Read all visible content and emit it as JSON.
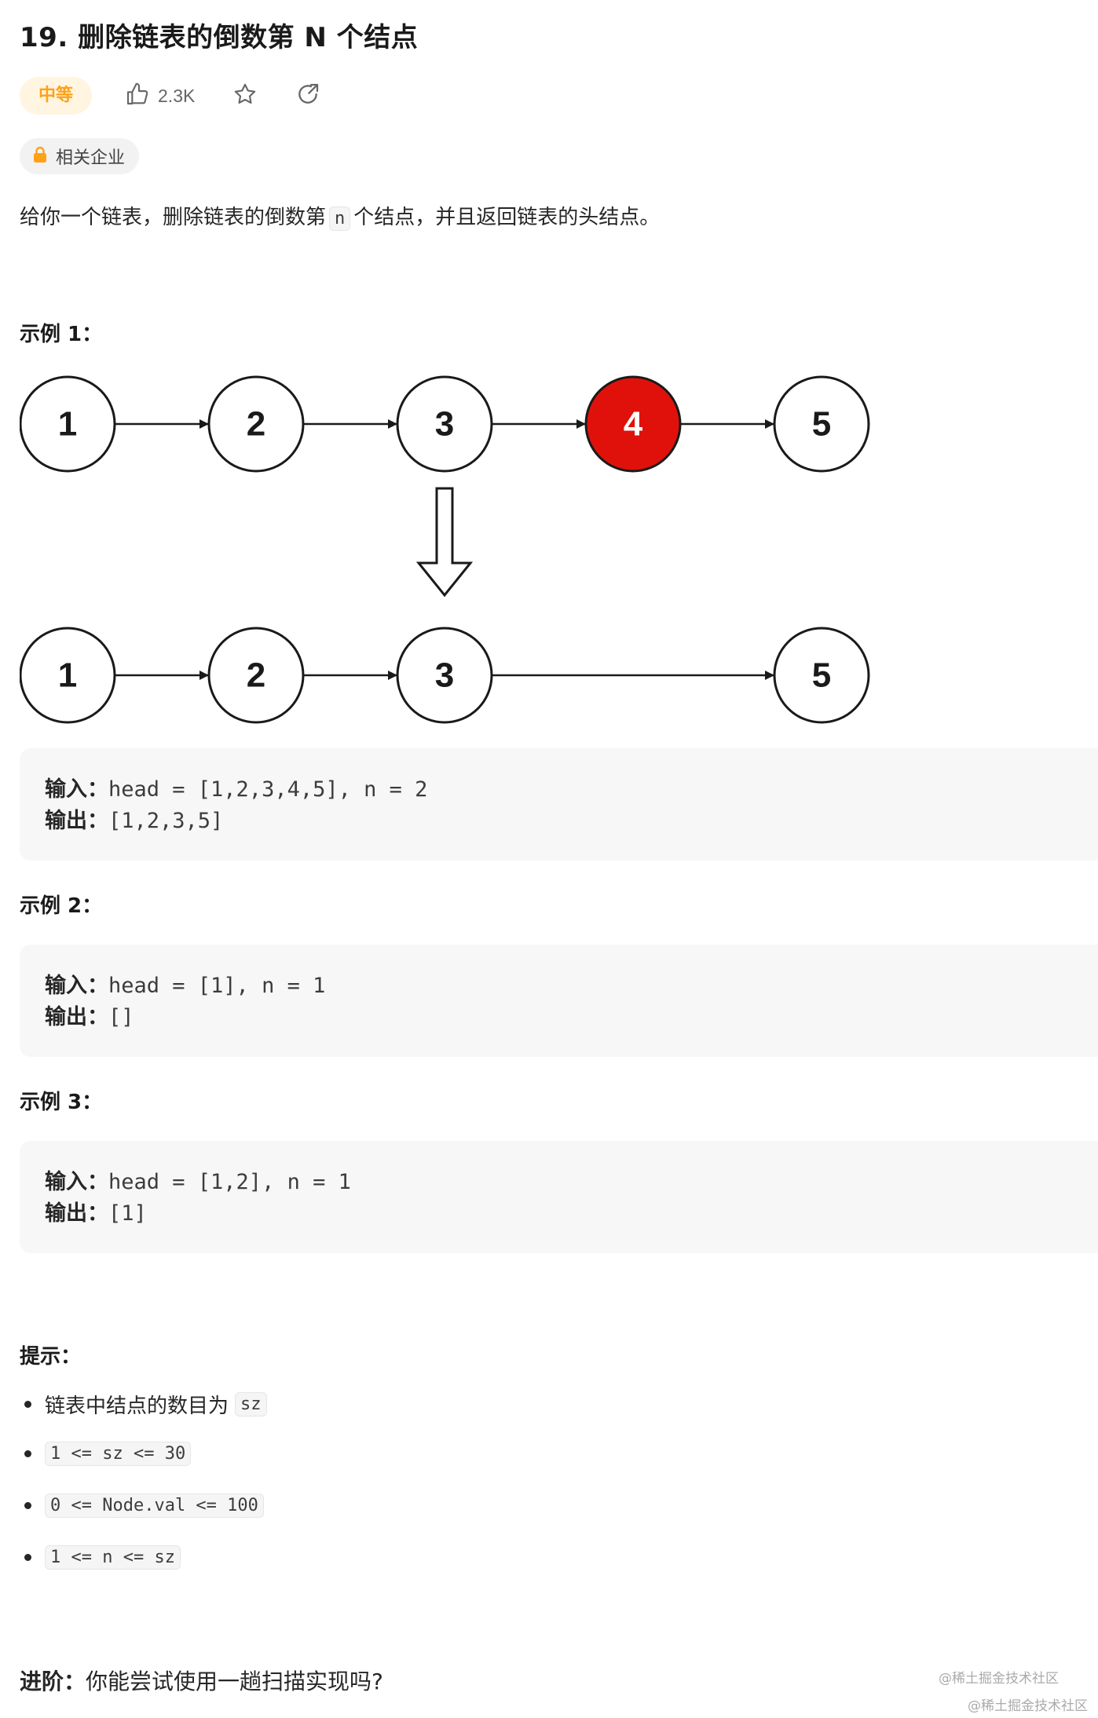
{
  "problem": {
    "title": "19. 删除链表的倒数第 N 个结点",
    "difficulty": "中等",
    "likes": "2.3K",
    "company_tag": "相关企业",
    "description_before": "给你一个链表，删除链表的倒数第",
    "description_code": "n",
    "description_after": "个结点，并且返回链表的头结点。"
  },
  "diagram": {
    "top_row": [
      "1",
      "2",
      "3",
      "4",
      "5"
    ],
    "bottom_row": [
      "1",
      "2",
      "3",
      "5"
    ],
    "highlight_color": "#e0110b"
  },
  "examples": [
    {
      "heading": "示例 1：",
      "input_label": "输入：",
      "input_value": "head = [1,2,3,4,5], n = 2",
      "output_label": "输出：",
      "output_value": "[1,2,3,5]"
    },
    {
      "heading": "示例 2：",
      "input_label": "输入：",
      "input_value": "head = [1], n = 1",
      "output_label": "输出：",
      "output_value": "[]"
    },
    {
      "heading": "示例 3：",
      "input_label": "输入：",
      "input_value": "head = [1,2], n = 1",
      "output_label": "输出：",
      "output_value": "[1]"
    }
  ],
  "hints": {
    "heading": "提示：",
    "items": [
      {
        "text": "链表中结点的数目为",
        "code": "sz"
      },
      {
        "text": "",
        "code": "1 <= sz <= 30"
      },
      {
        "text": "",
        "code": "0 <= Node.val <= 100"
      },
      {
        "text": "",
        "code": "1 <= n <= sz"
      }
    ]
  },
  "advanced": {
    "label": "进阶：",
    "text": "你能尝试使用一趟扫描实现吗?"
  },
  "watermarks": [
    "@稀土掘金技术社区",
    "@稀土掘金技术社区"
  ],
  "colors": {
    "difficulty_text": "#ffa116",
    "difficulty_bg": "#fff5e0",
    "code_bg": "#f7f7f8"
  }
}
